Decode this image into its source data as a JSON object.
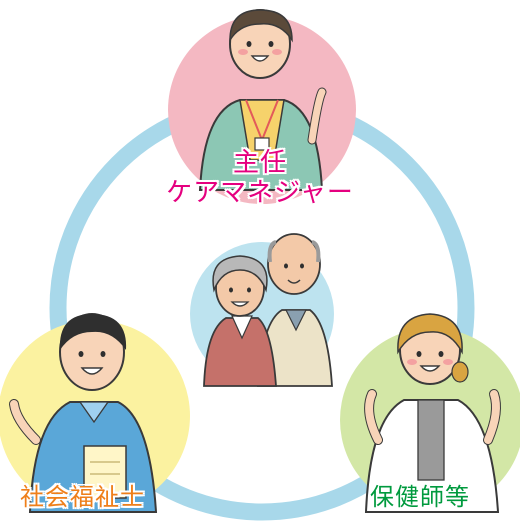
{
  "colors": {
    "cycle_ring": "#a8d8ea",
    "care_manager_circle": "#f4b8c2",
    "social_worker_circle": "#fbf2a0",
    "public_health_nurse_circle": "#d3e7a6",
    "center_circle": "#bde3ef",
    "care_manager_text": "#e5007f",
    "social_worker_text": "#ef7f1a",
    "public_health_nurse_text": "#009a3e"
  },
  "roles": {
    "care_manager": {
      "line1": "主任",
      "line2": "ケアマネジャー"
    },
    "social_worker": {
      "label": "社会福祉士"
    },
    "public_health_nurse": {
      "label": "保健師等"
    }
  },
  "icons": [
    "care-manager-woman-icon",
    "social-worker-man-icon",
    "nurse-woman-icon",
    "elderly-couple-icon"
  ]
}
